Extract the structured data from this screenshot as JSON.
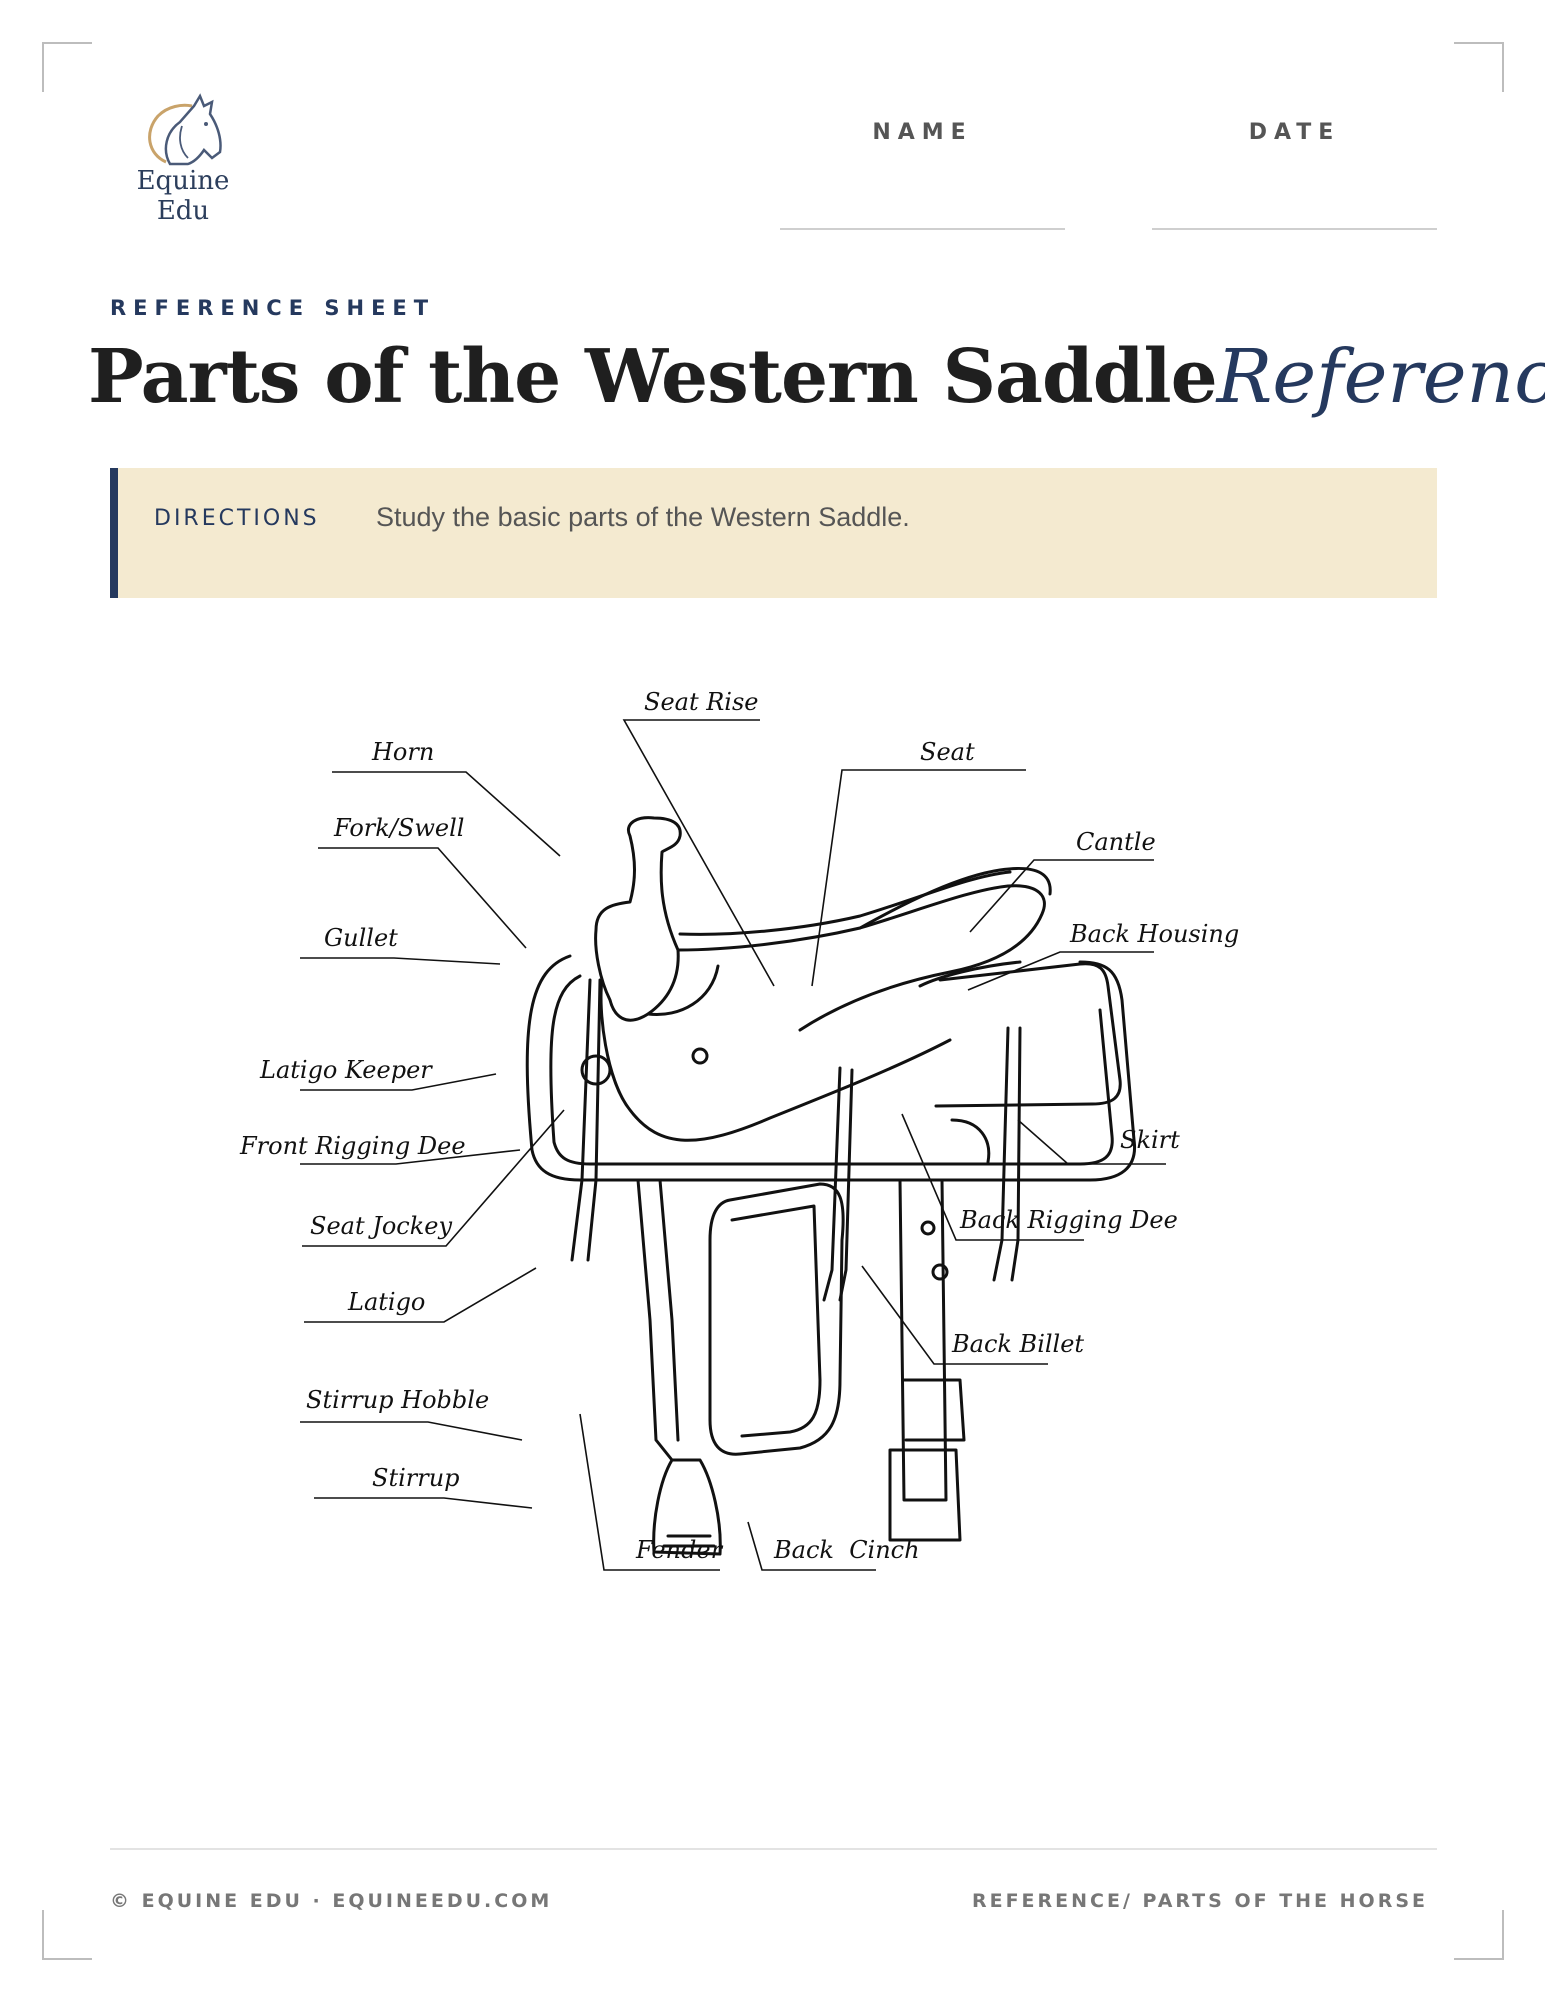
{
  "header": {
    "brand": "Equine Edu",
    "name_label": "NAME",
    "date_label": "DATE"
  },
  "kicker": "REFERENCE SHEET",
  "title": {
    "main": "Parts of the Western Saddle",
    "accent": "Reference"
  },
  "directions": {
    "label": "DIRECTIONS",
    "text": "Study the basic parts of the Western Saddle."
  },
  "diagram_labels": {
    "seat_rise": "Seat Rise",
    "horn": "Horn",
    "seat": "Seat",
    "fork_swell": "Fork/Swell",
    "cantle": "Cantle",
    "gullet": "Gullet",
    "back_housing": "Back Housing",
    "latigo_keeper": "Latigo Keeper",
    "front_rigging_dee": "Front Rigging Dee",
    "skirt": "Skirt",
    "seat_jockey": "Seat Jockey",
    "back_rigging_dee": "Back Rigging Dee",
    "latigo": "Latigo",
    "back_billet": "Back Billet",
    "stirrup_hobble": "Stirrup Hobble",
    "stirrup": "Stirrup",
    "fender": "Fender",
    "back_cinch": "Back  Cinch"
  },
  "icons": {
    "logo": "horse-head-icon"
  },
  "footer": {
    "left": "© EQUINE EDU · EQUINEEDU.COM",
    "right": "REFERENCE/ PARTS OF THE HORSE"
  }
}
